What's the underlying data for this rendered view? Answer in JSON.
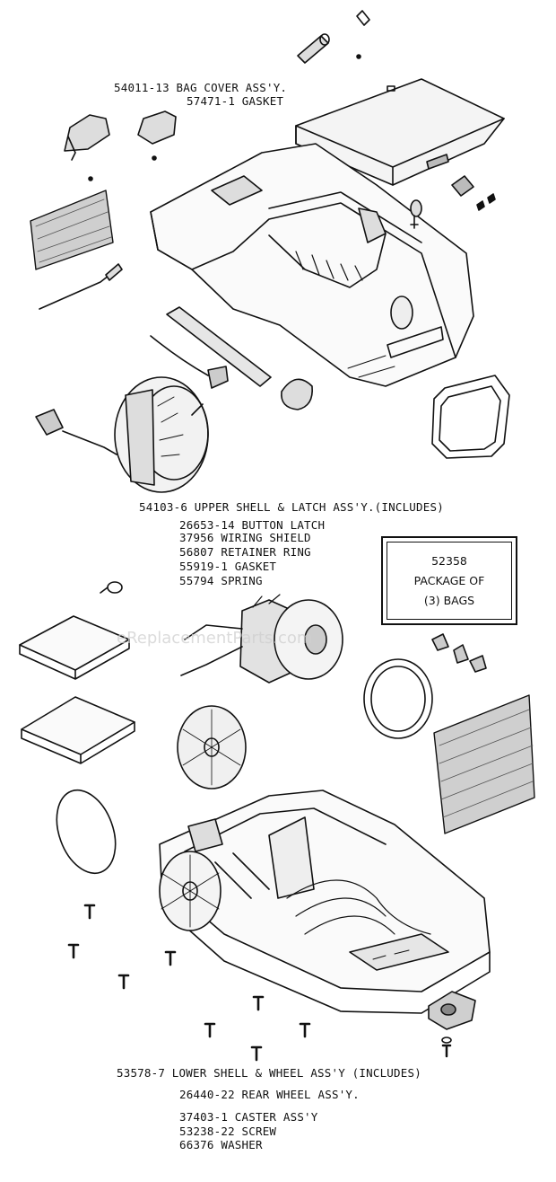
{
  "labels": {
    "bag_cover": "54011-13 BAG COVER ASS'Y.",
    "gasket_57471": "57471-1 GASKET",
    "upper_shell": "54103-6 UPPER SHELL & LATCH ASS'Y.(INCLUDES)",
    "upper_items": [
      "26653-14 BUTTON LATCH",
      "37956 WIRING SHIELD",
      "56807 RETAINER RING",
      "55919-1 GASKET",
      "55794 SPRING"
    ],
    "lower_shell": "53578-7 LOWER SHELL & WHEEL ASS'Y (INCLUDES)",
    "lower_items": [
      "26440-22 REAR WHEEL ASS'Y.",
      "37403-1 CASTER ASS'Y",
      "53238-22 SCREW",
      "66376 WASHER"
    ]
  },
  "package_box": {
    "part": "52358",
    "line1": "PACKAGE OF",
    "line2": "(3) BAGS"
  },
  "watermark": "eReplacementParts.com"
}
